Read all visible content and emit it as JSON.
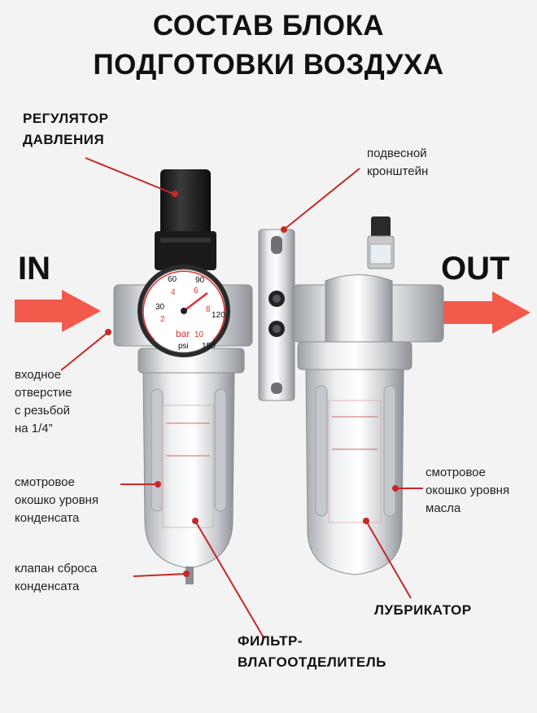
{
  "title": {
    "line1": "СОСТАВ БЛОКА",
    "line2": "ПОДГОТОВКИ ВОЗДУХА"
  },
  "labels": {
    "regulator_line1": "РЕГУЛЯТОР",
    "regulator_line2": "ДАВЛЕНИЯ",
    "bracket_line1": "подвесной",
    "bracket_line2": "кронштейн",
    "in": "IN",
    "out": "OUT",
    "inlet_line1": "входное",
    "inlet_line2": "отверстие",
    "inlet_line3": "с резьбой",
    "inlet_line4": "на 1/4”",
    "condensate_window_line1": "смотровое",
    "condensate_window_line2": "окошко уровня",
    "condensate_window_line3": "конденсата",
    "drain_line1": "клапан сброса",
    "drain_line2": "конденсата",
    "oil_window_line1": "смотровое",
    "oil_window_line2": "окошко уровня",
    "oil_window_line3": "масла",
    "lubricator": "ЛУБРИКАТОР",
    "filter_line1": "ФИЛЬТР-",
    "filter_line2": "ВЛАГООТДЕЛИТЕЛЬ"
  },
  "gauge": {
    "unit_bar": "bar",
    "unit_psi": "psi",
    "outer_ticks": [
      "30",
      "60",
      "90",
      "120",
      "150"
    ],
    "inner_ticks": [
      "2",
      "4",
      "6",
      "8",
      "10"
    ]
  },
  "colors": {
    "accent_red": "#e53935",
    "leader_red": "#c62828",
    "title_dark": "#111111"
  },
  "icons": [
    "in-arrow-icon",
    "out-arrow-icon"
  ]
}
